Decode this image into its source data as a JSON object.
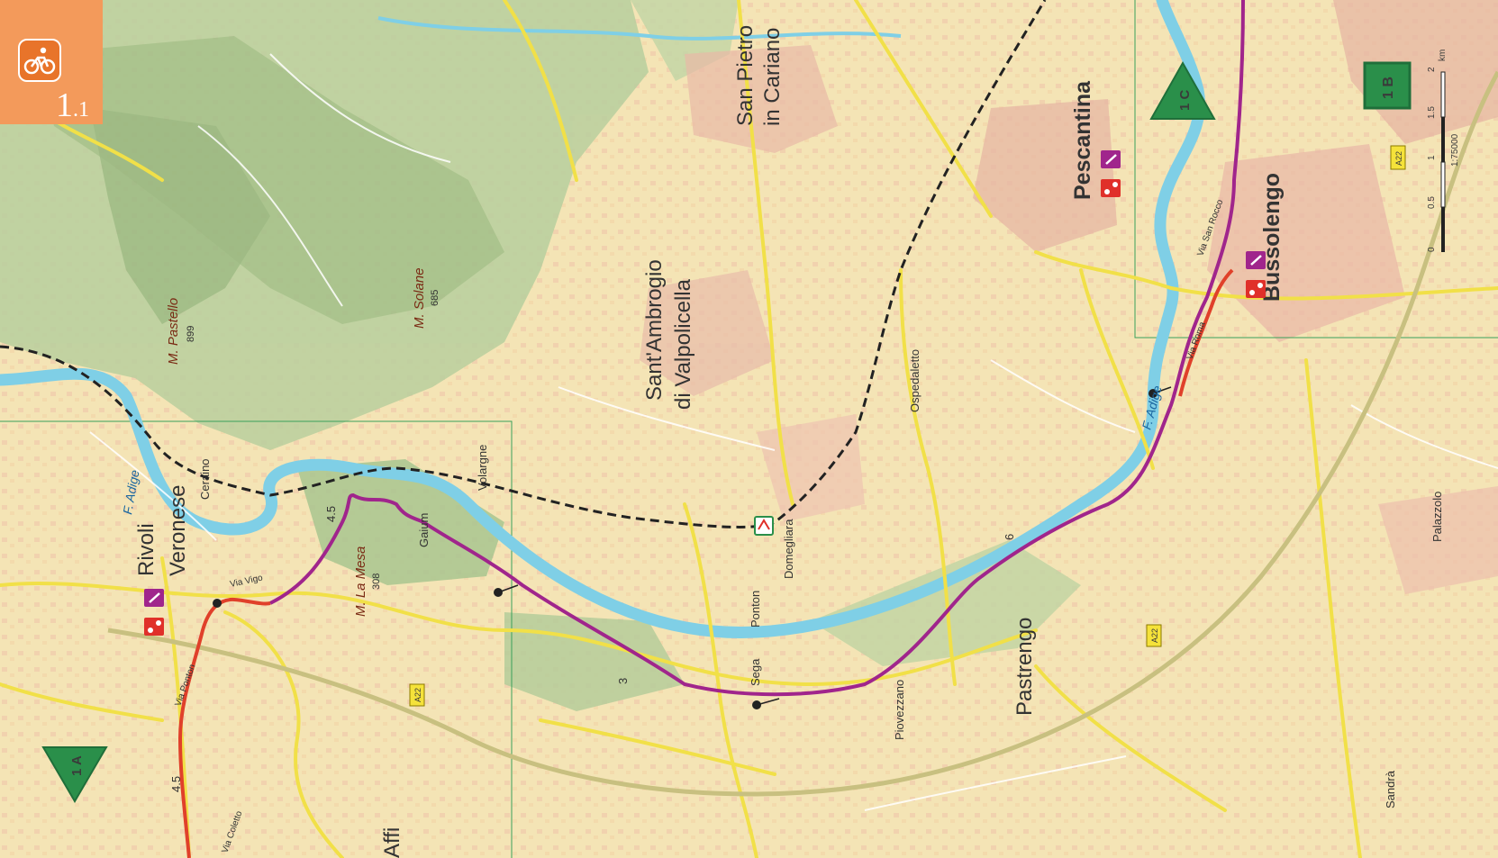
{
  "map_badge": {
    "number": "1.1",
    "major": "1",
    "minor": ".1",
    "icon": "cyclist-icon",
    "color": "#f39a5b"
  },
  "towns": {
    "rivoli": "Rivoli",
    "veronese": "Veronese",
    "san_pietro": "San Pietro",
    "in_cariano": "in Cariano",
    "sant_ambrogio": "Sant'Ambrogio",
    "di_valpolicella": "di Valpolicella",
    "pescantina": "Pescantina",
    "bussolengo": "Bussolengo",
    "pastrengo": "Pastrengo",
    "affi": "Affi"
  },
  "localities": {
    "ceraino": "Ceraino",
    "volargne": "Volargne",
    "gaium": "Gaium",
    "domegliara": "Domegliara",
    "ponton": "Ponton",
    "sega": "Sega",
    "ospedaletto": "Ospedaletto",
    "piovezzano": "Piovezzano",
    "palazzolo": "Palazzolo",
    "sandra": "Sandrà"
  },
  "mountains": [
    {
      "name": "M. Pastello",
      "elevation": "899"
    },
    {
      "name": "M. Solane",
      "elevation": "685"
    },
    {
      "name": "M. La Mesa",
      "elevation": "308"
    }
  ],
  "rivers": {
    "adige_west": "F. Adige",
    "adige_east": "F. Adige"
  },
  "streets": {
    "via_vigo": "Via Vigo",
    "via_ponton": "Via Ponton",
    "via_coletto": "Via Coletto",
    "via_roma": "Via Roma",
    "via_san_rocco": "Via San Rocco"
  },
  "distances": {
    "d1": "4.5",
    "d2": "4.5",
    "d3": "3",
    "d4": "6"
  },
  "highway": {
    "a22_1": "A22",
    "a22_2": "A22",
    "a22_3": "A22"
  },
  "adjacent_maps": {
    "west": "1 A",
    "north": "1 C",
    "east": "1 B"
  },
  "scale": {
    "ratio": "1:75000",
    "unit": "km",
    "ticks": [
      "0",
      "0.5",
      "1",
      "1.5",
      "2"
    ]
  },
  "colors": {
    "route_main": "#a0258c",
    "route_alt": "#e0402a",
    "river": "#7fcfe6",
    "road": "#f1e048",
    "badge": "#f39a5b",
    "service_bike": "#a0258c",
    "service_repair": "#e0302a",
    "adjacent_green": "#1f6f3a"
  },
  "icons": {
    "bike_service": "wrench-icon",
    "bike_repair": "bike-repair-icon",
    "train_station": "train-station-icon"
  }
}
